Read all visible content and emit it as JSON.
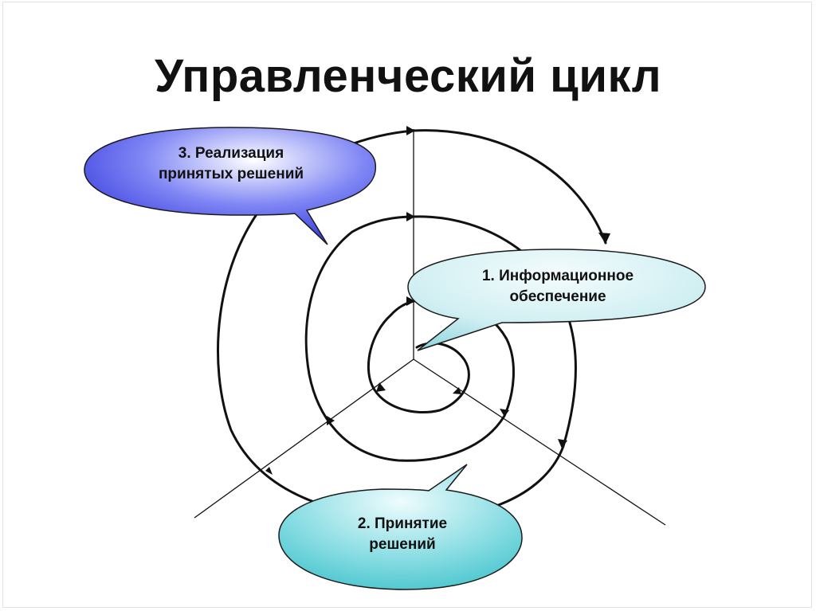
{
  "title": "Управленческий цикл",
  "stages": [
    {
      "id": "s1",
      "lines": [
        "1. Информационное",
        "обеспечение"
      ],
      "color_light": "#f2fbfc",
      "color_dark": "#8fd6dd"
    },
    {
      "id": "s2",
      "lines": [
        "2. Принятие",
        "решений"
      ],
      "color_light": "#eefcfd",
      "color_dark": "#33bcc6"
    },
    {
      "id": "s3",
      "lines": [
        "3. Реализация",
        "принятых решений"
      ],
      "color_light": "#ffffff",
      "color_dark": "#1d1fd4"
    }
  ]
}
